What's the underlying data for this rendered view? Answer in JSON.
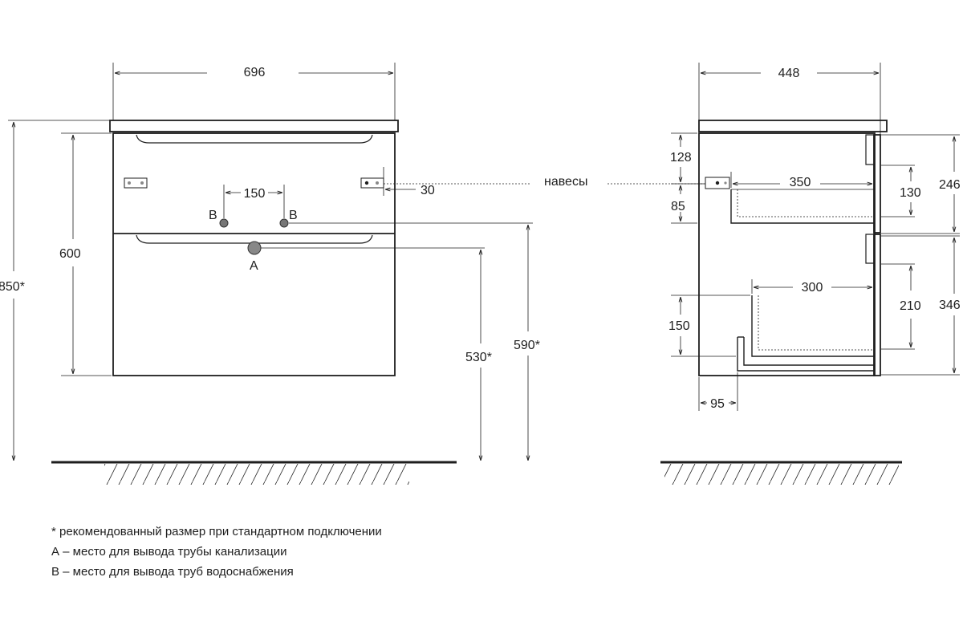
{
  "front_view": {
    "width_dim": "696",
    "body_height_dim": "600",
    "total_height_dim": "850*",
    "pipe_spacing_dim": "150",
    "hanger_offset_dim": "30",
    "inlet_label_left": "B",
    "inlet_label_right": "B",
    "drain_label": "A",
    "drain_height_dim": "530*",
    "inlet_height_dim": "590*"
  },
  "side_view": {
    "depth_dim": "448",
    "hanger_label": "навесы",
    "top_offset_dim": "128",
    "hanger_gap_dim": "85",
    "upper_drawer_depth_dim": "350",
    "upper_drawer_height_dim": "130",
    "upper_front_dim": "246",
    "lower_drawer_depth_dim": "300",
    "lower_drawer_height_dim": "210",
    "lower_front_dim": "346",
    "cutout_height_dim": "150",
    "cutout_width_dim": "95"
  },
  "notes": {
    "line1": "* рекомендованный размер при стандартном подключении",
    "line2": "А – место для вывода трубы канализации",
    "line3": "В – место для вывода труб водоснабжения"
  }
}
